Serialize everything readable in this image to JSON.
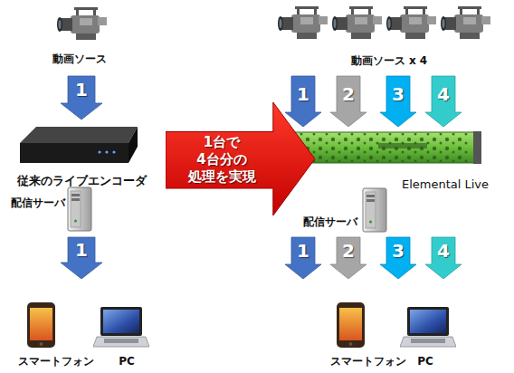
{
  "diagram": {
    "nodes": [
      {
        "text": [
          "動画ソース"
        ]
      },
      {
        "text": [
          "従来のライブエンコーダ"
        ]
      },
      {
        "text": [
          "配信サーバ"
        ]
      },
      {
        "text": [
          "スマートフォン",
          "PC"
        ]
      },
      {
        "text": [
          "1台で 4台分の 処理を実現"
        ]
      },
      {
        "text": [
          "動画ソース x 4"
        ]
      },
      {
        "text": [
          "Elemental Live"
        ]
      },
      {
        "text": [
          "配信サーバ"
        ]
      },
      {
        "text": [
          "スマートフォン",
          "PC"
        ]
      }
    ],
    "edges": [
      {
        "from": 0,
        "to": 1,
        "arrow": "to",
        "label": "1"
      },
      {
        "from": 2,
        "to": 3,
        "arrow": "to",
        "label": "1"
      },
      {
        "from": 5,
        "to": 6,
        "arrow": "to",
        "label": "1"
      },
      {
        "from": 5,
        "to": 6,
        "arrow": "to",
        "label": "2"
      },
      {
        "from": 5,
        "to": 6,
        "arrow": "to",
        "label": "3"
      },
      {
        "from": 5,
        "to": 6,
        "arrow": "to",
        "label": "4"
      },
      {
        "from": 7,
        "to": 8,
        "arrow": "to",
        "label": "1"
      },
      {
        "from": 7,
        "to": 8,
        "arrow": "to",
        "label": "2"
      },
      {
        "from": 7,
        "to": 8,
        "arrow": "to",
        "label": "3"
      },
      {
        "from": 7,
        "to": 8,
        "arrow": "to",
        "label": "4"
      }
    ]
  }
}
